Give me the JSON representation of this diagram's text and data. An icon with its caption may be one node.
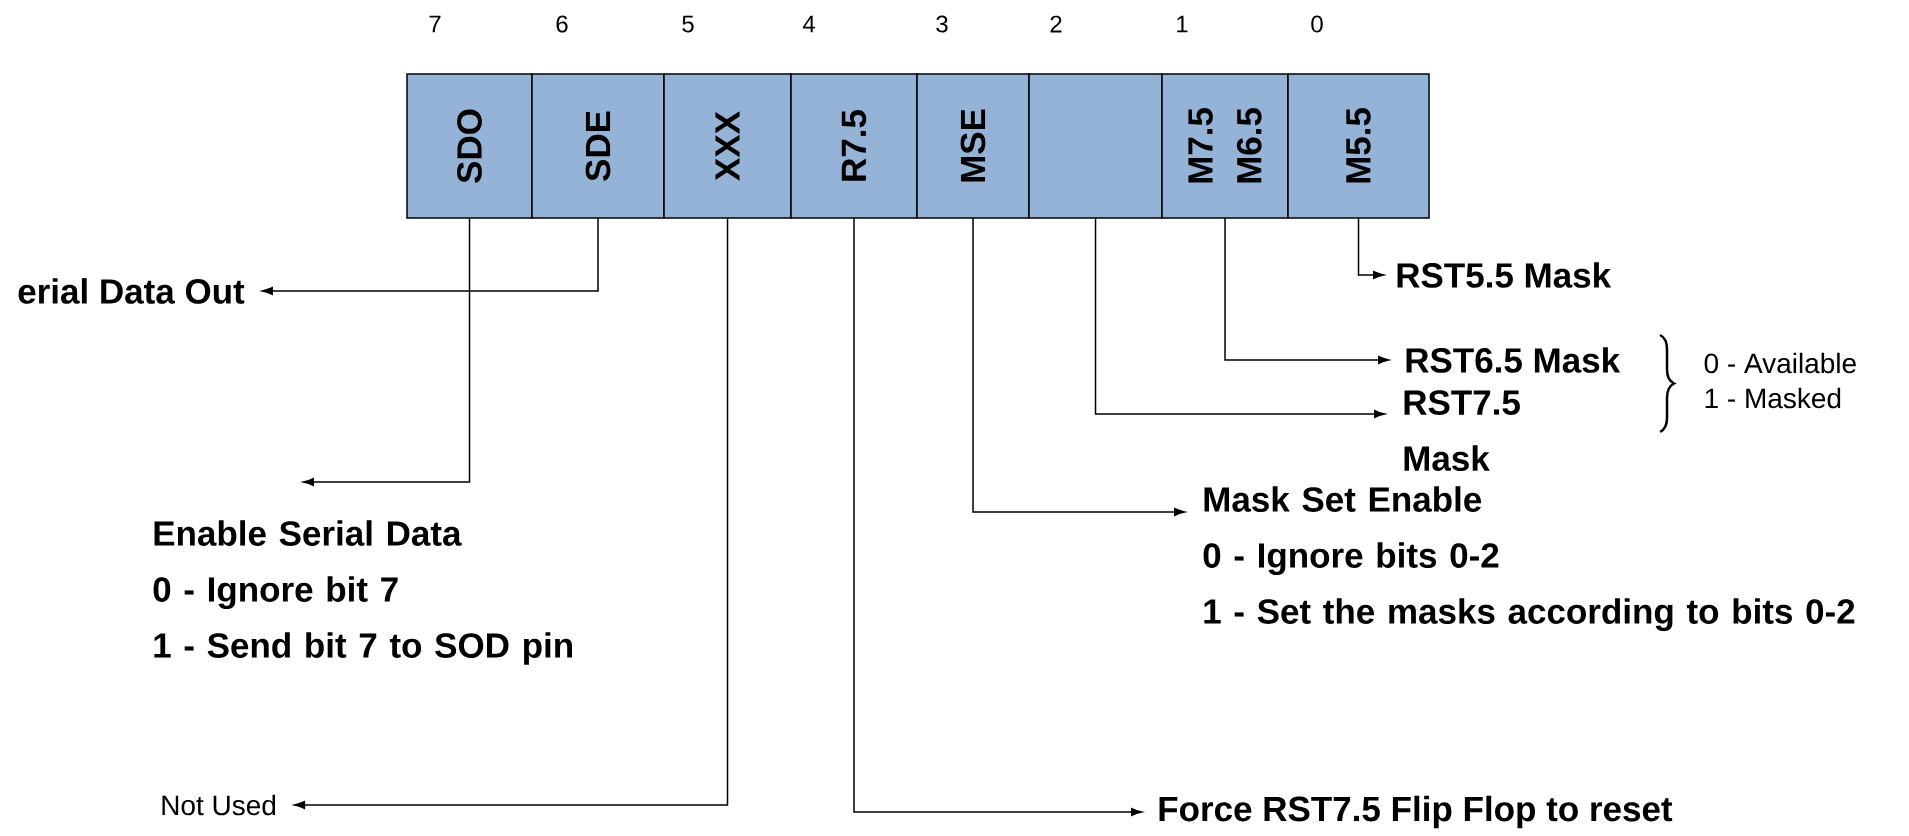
{
  "diagram": {
    "nodes": [
      {
        "text": [
          "SDO"
        ]
      },
      {
        "text": [
          "SDE"
        ]
      },
      {
        "text": [
          "XXX"
        ]
      },
      {
        "text": [
          "R7.5"
        ]
      },
      {
        "text": [
          "MSE"
        ]
      },
      {
        "text": [],
        "shape": "box"
      },
      {
        "text": [
          "M7.5",
          "M6.5"
        ]
      },
      {
        "text": [
          "M5.5"
        ]
      },
      {
        "text": [
          "erial Data Out"
        ]
      },
      {
        "text": [
          "Enable Serial Data",
          "0 - Ignore bit 7",
          "1 - Send bit 7 to SOD pin"
        ]
      },
      {
        "text": [
          "Not Used"
        ]
      },
      {
        "text": [
          "Force RST7.5 Flip Flop to reset"
        ]
      },
      {
        "text": [
          "Mask Set Enable",
          "0 - Ignore bits 0-2",
          "1 - Set the masks according to bits 0-2"
        ]
      },
      {
        "text": [
          "RST5.5 Mask"
        ]
      },
      {
        "text": [
          "RST6.5 Mask"
        ]
      },
      {
        "text": [
          "RST7.5 Mask"
        ]
      }
    ],
    "edges": [
      {
        "from": 1,
        "to": 8,
        "arrow": "to"
      },
      {
        "from": 0,
        "to": 9,
        "arrow": "to"
      },
      {
        "from": 2,
        "to": 10,
        "arrow": "to"
      },
      {
        "from": 3,
        "to": 11,
        "arrow": "to"
      },
      {
        "from": 4,
        "to": 12,
        "arrow": "to"
      },
      {
        "from": 5,
        "to": 15,
        "arrow": "to"
      },
      {
        "from": 6,
        "to": 14,
        "arrow": "to"
      },
      {
        "from": 7,
        "to": 13,
        "arrow": "to"
      }
    ],
    "labels": [
      "7",
      "6",
      "5",
      "4",
      "3",
      "2",
      "1",
      "0",
      "0 - Available",
      "1 - Masked"
    ]
  }
}
